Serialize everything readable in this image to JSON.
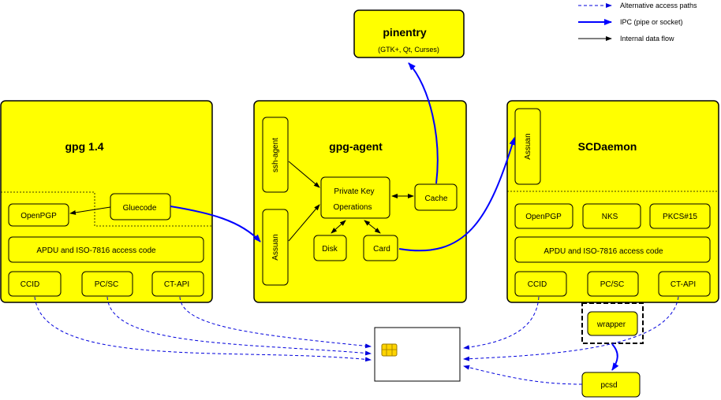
{
  "legend": {
    "alt_access": "Alternative access paths",
    "ipc": "IPC (pipe or socket)",
    "internal": "Internal data flow"
  },
  "pinentry": {
    "title": "pinentry",
    "subtitle": "(GTK+, Qt, Curses)"
  },
  "gpg14": {
    "title": "gpg 1.4",
    "openpgp": "OpenPGP",
    "gluecode": "Gluecode",
    "apdu": "APDU and ISO-7816 access code",
    "ccid": "CCID",
    "pcsc": "PC/SC",
    "ctapi": "CT-API"
  },
  "agent": {
    "title": "gpg-agent",
    "ssh_agent": "ssh-agent",
    "assuan": "Assuan",
    "private_key": "Private Key",
    "operations": "Operations",
    "cache": "Cache",
    "disk": "Disk",
    "card": "Card"
  },
  "scd": {
    "title": "SCDaemon",
    "assuan": "Assuan",
    "openpgp": "OpenPGP",
    "nks": "NKS",
    "pkcs15": "PKCS#15",
    "apdu": "APDU and ISO-7816 access code",
    "ccid": "CCID",
    "pcsc": "PC/SC",
    "ctapi": "CT-API"
  },
  "wrapper": "wrapper",
  "pcsd": "pcsd",
  "colors": {
    "box_fill": "#ffff00",
    "ipc_blue": "#0000ff",
    "alt_blue": "#0000dd",
    "stroke": "#000000"
  }
}
